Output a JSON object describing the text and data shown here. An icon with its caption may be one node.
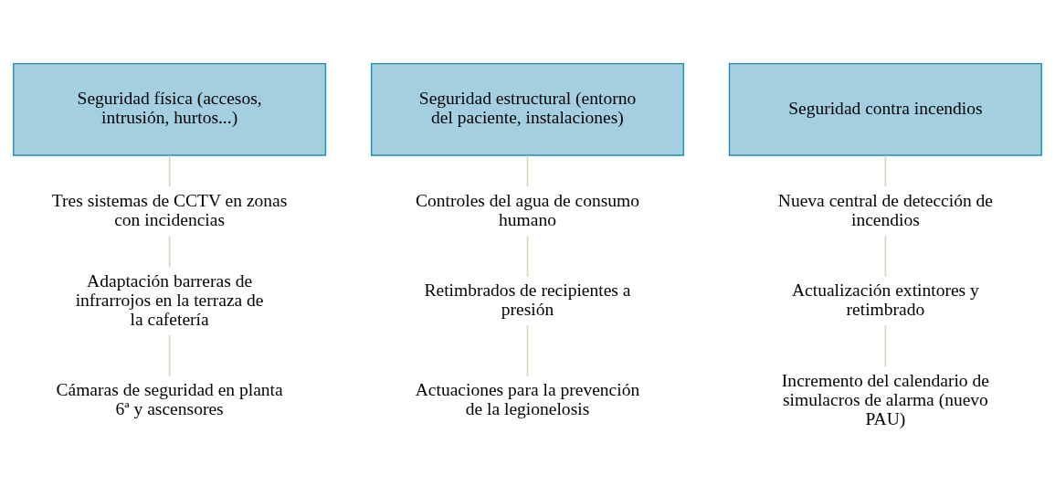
{
  "diagram": {
    "nodes": [
      {
        "text": [
          "Seguridad física (accesos, intrusión, hurtos...)"
        ]
      },
      {
        "text": [
          "Seguridad estructural (entorno del paciente, instalaciones)"
        ]
      },
      {
        "text": [
          "Seguridad contra incendios"
        ]
      },
      {
        "text": [
          "Tres sistemas de CCTV en zonas con incidencias"
        ]
      },
      {
        "text": [
          "Adaptación barreras de infrarrojos en la terraza de la cafetería"
        ]
      },
      {
        "text": [
          "Cámaras de seguridad en planta 6ª y ascensores"
        ]
      },
      {
        "text": [
          "Controles del agua de consumo humano"
        ]
      },
      {
        "text": [
          "Retimbrados de recipientes a presión"
        ]
      },
      {
        "text": [
          "Actuaciones para la prevención de la legionelosis"
        ]
      },
      {
        "text": [
          "Nueva central de detección de incendios"
        ]
      },
      {
        "text": [
          "Actualización extintores y retimbrado"
        ]
      },
      {
        "text": [
          "Incremento del calendario de simulacros de alarma (nuevo PAU)"
        ]
      }
    ],
    "edges": [
      {
        "from": 0,
        "to": 3,
        "arrow": "none"
      },
      {
        "from": 3,
        "to": 4,
        "arrow": "none"
      },
      {
        "from": 4,
        "to": 5,
        "arrow": "none"
      },
      {
        "from": 1,
        "to": 6,
        "arrow": "none"
      },
      {
        "from": 6,
        "to": 7,
        "arrow": "none"
      },
      {
        "from": 7,
        "to": 8,
        "arrow": "none"
      },
      {
        "from": 2,
        "to": 9,
        "arrow": "none"
      },
      {
        "from": 9,
        "to": 10,
        "arrow": "none"
      },
      {
        "from": 10,
        "to": 11,
        "arrow": "none"
      }
    ]
  }
}
